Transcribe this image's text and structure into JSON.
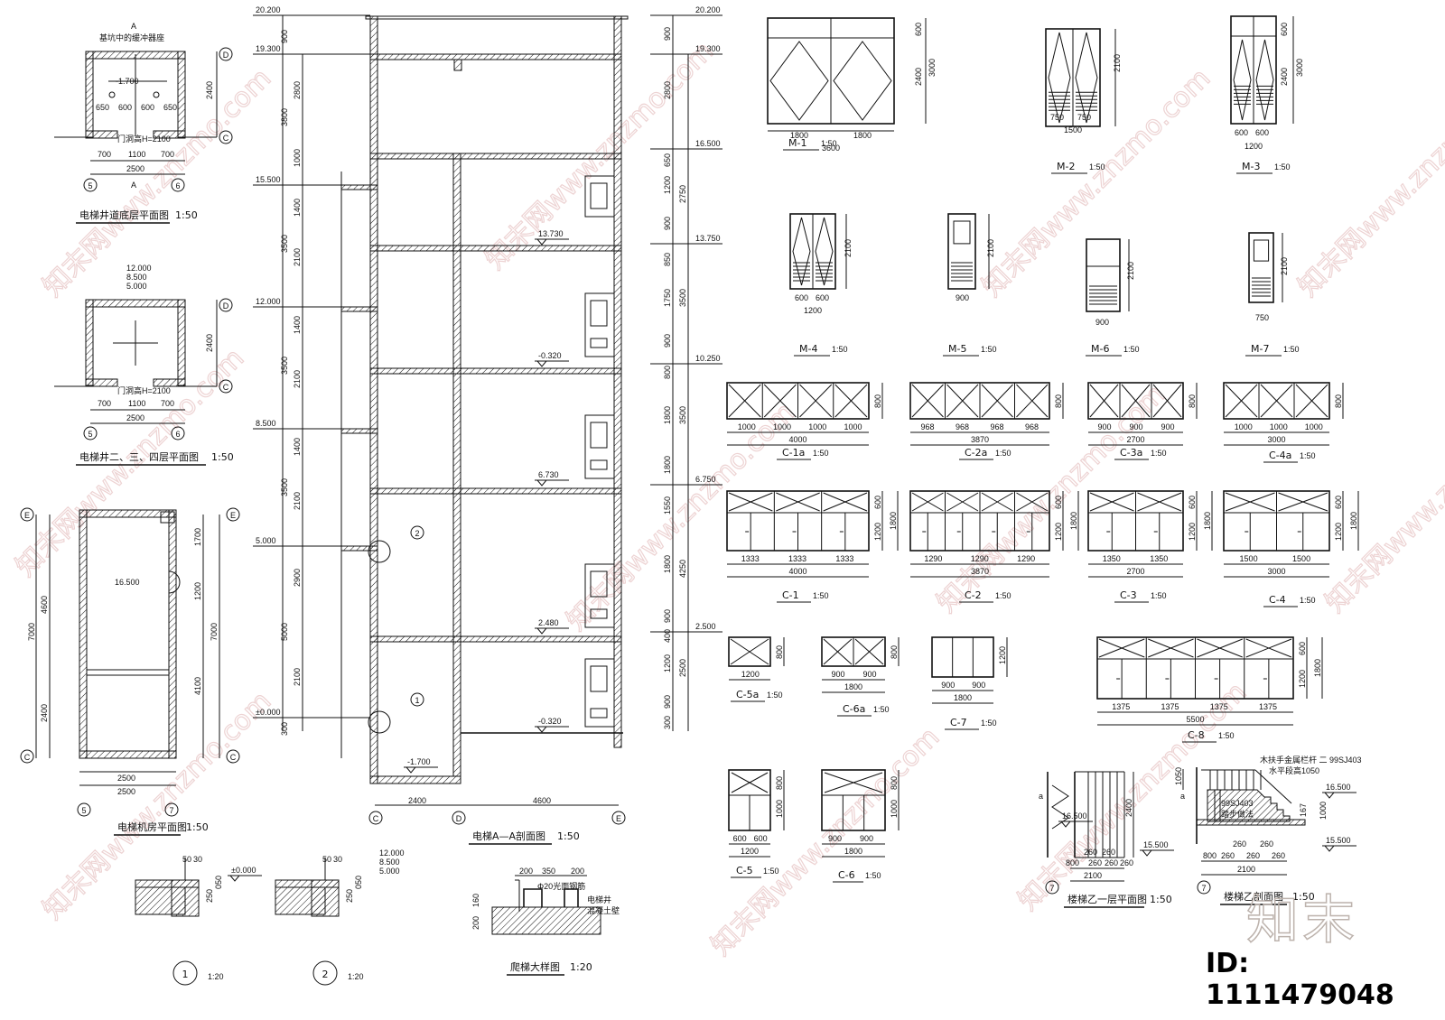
{
  "plans": {
    "pit": {
      "title": "电梯井道底层平面图",
      "scale": "1:50",
      "note": "基坑中的缓冲器座",
      "elev": "-1.700",
      "door": "门洞高H=2100",
      "dims": [
        "650",
        "600",
        "600",
        "650",
        "700",
        "1100",
        "700",
        "2500",
        "2400"
      ],
      "axes": [
        "A",
        "A",
        "D",
        "C",
        "5",
        "6"
      ]
    },
    "typical": {
      "title": "电梯井二、三、四层平面图",
      "scale": "1:50",
      "elevs": [
        "12.000",
        "8.500",
        "5.000"
      ],
      "door": "门洞高H=2100",
      "dims": [
        "700",
        "1100",
        "700",
        "2500",
        "2400"
      ],
      "axes": [
        "D",
        "C",
        "5",
        "6"
      ]
    },
    "machine": {
      "title": "电梯机房平面图",
      "scale": "1:50",
      "elev": "16.500",
      "dims": [
        "4600",
        "2400",
        "7000",
        "1700",
        "1200",
        "4100",
        "7000",
        "2500",
        "2500"
      ],
      "axes": [
        "E",
        "E",
        "C",
        "C",
        "5",
        "7"
      ]
    }
  },
  "details": [
    {
      "label": "1",
      "scale": "1:20",
      "dims": [
        "50",
        "30",
        "250",
        "050"
      ],
      "elev": "±0.000"
    },
    {
      "label": "2",
      "scale": "1:20",
      "dims": [
        "50",
        "30",
        "250",
        "050"
      ],
      "elevs": [
        "12.000",
        "8.500",
        "5.000"
      ]
    }
  ],
  "ladder": {
    "title": "爬梯大样图",
    "scale": "1:20",
    "dims": [
      "200",
      "350",
      "200",
      "200",
      "160"
    ],
    "notes": [
      "Φ20光面钢筋",
      "电梯井",
      "混凝土壁"
    ]
  },
  "section": {
    "title": "电梯A—A剖面图",
    "scale": "1:50",
    "left_elevs": [
      "20.200",
      "19.300",
      "15.500",
      "12.000",
      "8.500",
      "5.000",
      "±0.000"
    ],
    "right_elevs": [
      "20.200",
      "19.300",
      "16.500",
      "13.750",
      "10.250",
      "6.750",
      "2.500"
    ],
    "inner_elevs": [
      "13.730",
      "-0.320",
      "6.730",
      "2.480",
      "-0.320",
      "-1.700"
    ],
    "left_dims_outer": [
      "900",
      "3800",
      "3500",
      "3500",
      "3500",
      "5000",
      "300"
    ],
    "left_dims_inner": [
      "2800",
      "1000",
      "1400",
      "2100",
      "1400",
      "2100",
      "1400",
      "2100",
      "2900",
      "2100"
    ],
    "right_dims_inner": [
      "900",
      "2800",
      "650",
      "1200",
      "900",
      "850",
      "1750",
      "900",
      "800",
      "1800",
      "1800",
      "1550",
      "1800",
      "900",
      "400",
      "1200",
      "900",
      "300"
    ],
    "right_dims_outer": [
      "2750",
      "3500",
      "3500",
      "4250",
      "2500"
    ],
    "bottom_dims": [
      "2400",
      "4600"
    ],
    "axes": [
      "C",
      "D",
      "E"
    ],
    "callouts": [
      "2",
      "1"
    ]
  },
  "doors": [
    {
      "name": "M-1",
      "scale": "1:50",
      "dims": [
        "1800",
        "1800",
        "3600",
        "600",
        "2400",
        "3000"
      ]
    },
    {
      "name": "M-2",
      "scale": "1:50",
      "dims": [
        "750",
        "750",
        "1500",
        "2100"
      ]
    },
    {
      "name": "M-3",
      "scale": "1:50",
      "dims": [
        "600",
        "600",
        "1200",
        "600",
        "2400",
        "3000"
      ]
    },
    {
      "name": "M-4",
      "scale": "1:50",
      "dims": [
        "600",
        "600",
        "1200",
        "2100"
      ]
    },
    {
      "name": "M-5",
      "scale": "1:50",
      "dims": [
        "900",
        "2100"
      ]
    },
    {
      "name": "M-6",
      "scale": "1:50",
      "dims": [
        "900",
        "2100"
      ]
    },
    {
      "name": "M-7",
      "scale": "1:50",
      "dims": [
        "750",
        "2100"
      ]
    }
  ],
  "windows": [
    {
      "name": "C-1a",
      "scale": "1:50",
      "dims": [
        "1000",
        "1000",
        "1000",
        "1000",
        "4000",
        "800"
      ]
    },
    {
      "name": "C-2a",
      "scale": "1:50",
      "dims": [
        "968",
        "968",
        "968",
        "968",
        "3870",
        "800"
      ]
    },
    {
      "name": "C-3a",
      "scale": "1:50",
      "dims": [
        "900",
        "900",
        "900",
        "2700",
        "800"
      ]
    },
    {
      "name": "C-4a",
      "scale": "1:50",
      "dims": [
        "1000",
        "1000",
        "1000",
        "3000",
        "800"
      ]
    },
    {
      "name": "C-1",
      "scale": "1:50",
      "dims": [
        "1333",
        "1333",
        "1333",
        "4000",
        "600",
        "1200",
        "1800"
      ]
    },
    {
      "name": "C-2",
      "scale": "1:50",
      "dims": [
        "1290",
        "1290",
        "1290",
        "3870",
        "600",
        "1200",
        "1800"
      ]
    },
    {
      "name": "C-3",
      "scale": "1:50",
      "dims": [
        "1350",
        "1350",
        "2700",
        "600",
        "1200",
        "1800"
      ]
    },
    {
      "name": "C-4",
      "scale": "1:50",
      "dims": [
        "1500",
        "1500",
        "3000",
        "600",
        "1200",
        "1800"
      ]
    },
    {
      "name": "C-5a",
      "scale": "1:50",
      "dims": [
        "1200",
        "800"
      ]
    },
    {
      "name": "C-6a",
      "scale": "1:50",
      "dims": [
        "900",
        "900",
        "1800",
        "800"
      ]
    },
    {
      "name": "C-7",
      "scale": "1:50",
      "dims": [
        "900",
        "900",
        "1800",
        "1200"
      ]
    },
    {
      "name": "C-8",
      "scale": "1:50",
      "dims": [
        "1375",
        "1375",
        "1375",
        "1375",
        "5500",
        "600",
        "1200",
        "1800"
      ]
    },
    {
      "name": "C-5",
      "scale": "1:50",
      "dims": [
        "600",
        "600",
        "1200",
        "800",
        "1000"
      ]
    },
    {
      "name": "C-6",
      "scale": "1:50",
      "dims": [
        "900",
        "900",
        "1800",
        "800",
        "1000"
      ]
    }
  ],
  "stairs": {
    "plan": {
      "title": "楼梯乙一层平面图",
      "scale": "1:50",
      "elevs": [
        "16.500",
        "15.500"
      ],
      "dims": [
        "800",
        "260",
        "260",
        "260",
        "260",
        "260",
        "2100",
        "2400"
      ],
      "axis": "7",
      "cut": "a"
    },
    "section": {
      "title": "楼梯乙剖面图",
      "scale": "1:50",
      "elevs": [
        "16.500",
        "15.500"
      ],
      "notes": [
        "木扶手金属栏杆 二 99SJ403",
        "水平段高1050",
        "99SJ403",
        "踏步做法"
      ],
      "dims": [
        "1050",
        "1000",
        "800",
        "260",
        "260",
        "260",
        "260",
        "260",
        "2100",
        "167"
      ],
      "axis": "7"
    }
  },
  "watermark": {
    "text": "知末网www.znzmo.com",
    "logo": "知末",
    "id": "ID: 1111479048"
  }
}
